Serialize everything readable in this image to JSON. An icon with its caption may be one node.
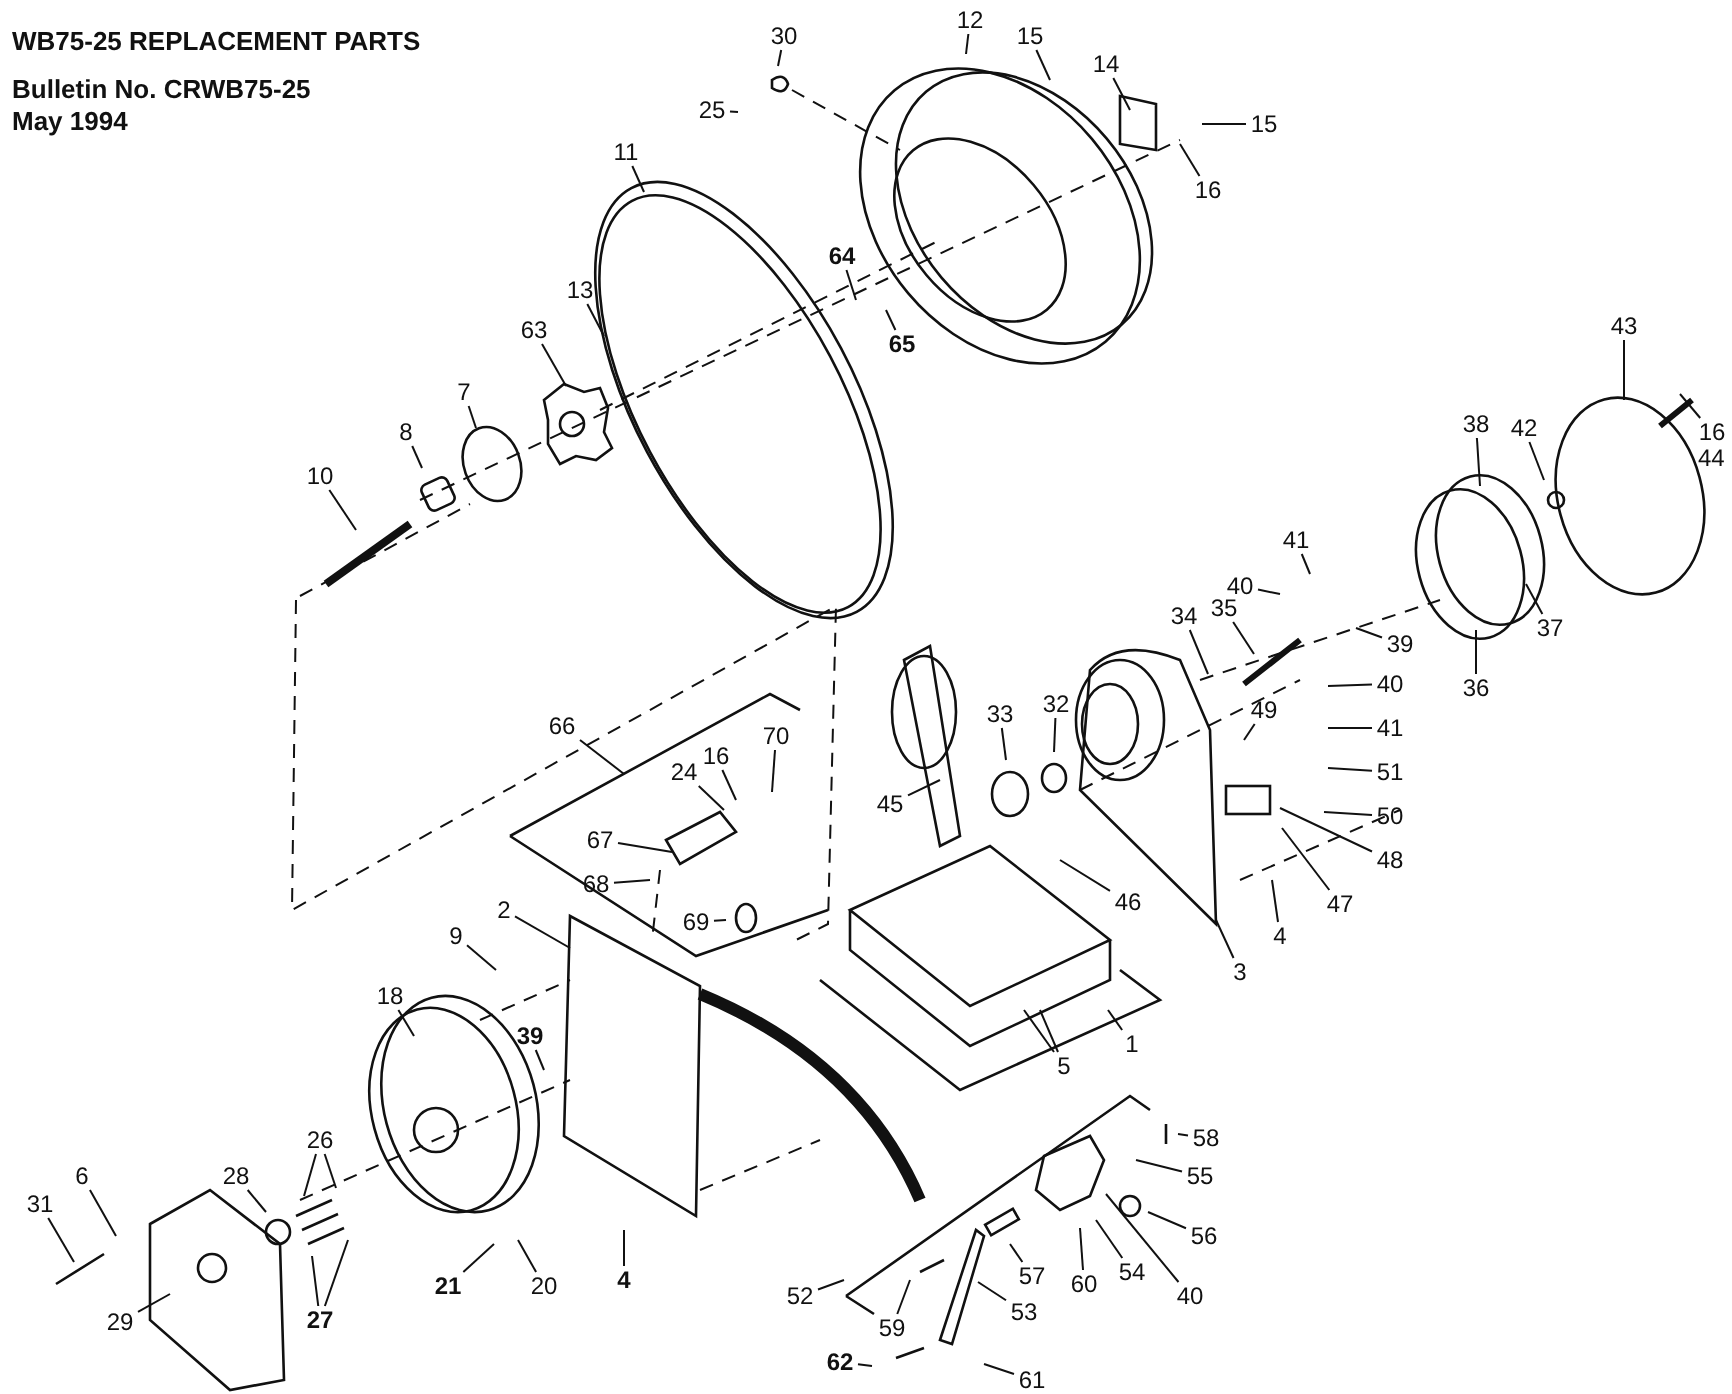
{
  "diagram": {
    "title": "WB75-25 REPLACEMENT PARTS",
    "nodes": [
      {
        "text": [
          "30"
        ]
      },
      {
        "text": [
          "25"
        ]
      },
      {
        "text": [
          "12"
        ]
      },
      {
        "text": [
          "15"
        ]
      },
      {
        "text": [
          "14"
        ]
      },
      {
        "text": [
          "15"
        ]
      },
      {
        "text": [
          "16"
        ]
      },
      {
        "text": [
          "11"
        ]
      },
      {
        "text": [
          "64"
        ]
      },
      {
        "text": [
          "65"
        ]
      },
      {
        "text": [
          "13"
        ]
      },
      {
        "text": [
          "63"
        ]
      },
      {
        "text": [
          "7"
        ]
      },
      {
        "text": [
          "8"
        ]
      },
      {
        "text": [
          "10"
        ]
      },
      {
        "text": [
          "43"
        ]
      },
      {
        "text": [
          "38"
        ]
      },
      {
        "text": [
          "42"
        ]
      },
      {
        "text": [
          "16"
        ]
      },
      {
        "text": [
          "41"
        ]
      },
      {
        "text": [
          "40"
        ]
      },
      {
        "text": [
          "34"
        ]
      },
      {
        "text": [
          "35"
        ]
      },
      {
        "text": [
          "39"
        ]
      },
      {
        "text": [
          "37"
        ]
      },
      {
        "text": [
          "36"
        ]
      },
      {
        "text": [
          "45"
        ]
      },
      {
        "text": [
          "33"
        ]
      },
      {
        "text": [
          "32"
        ]
      },
      {
        "text": [
          "49"
        ]
      },
      {
        "text": [
          "40"
        ]
      },
      {
        "text": [
          "41"
        ]
      },
      {
        "text": [
          "51"
        ]
      },
      {
        "text": [
          "50"
        ]
      },
      {
        "text": [
          "47"
        ]
      },
      {
        "text": [
          "48"
        ]
      },
      {
        "text": [
          "4"
        ]
      },
      {
        "text": [
          "46"
        ]
      },
      {
        "text": [
          "3"
        ]
      },
      {
        "text": [
          "66"
        ]
      },
      {
        "text": [
          "24"
        ]
      },
      {
        "text": [
          "16"
        ]
      },
      {
        "text": [
          "70"
        ]
      },
      {
        "text": [
          "67"
        ]
      },
      {
        "text": [
          "68"
        ]
      },
      {
        "text": [
          "69"
        ]
      },
      {
        "text": [
          "2"
        ]
      },
      {
        "text": [
          "9"
        ]
      },
      {
        "text": [
          "18"
        ]
      },
      {
        "text": [
          "39"
        ]
      },
      {
        "text": [
          "5"
        ]
      },
      {
        "text": [
          "1"
        ]
      },
      {
        "text": [
          "26"
        ]
      },
      {
        "text": [
          "27"
        ]
      },
      {
        "text": [
          "28"
        ]
      },
      {
        "text": [
          "6"
        ]
      },
      {
        "text": [
          "31"
        ]
      },
      {
        "text": [
          "29"
        ]
      },
      {
        "text": [
          "21"
        ]
      },
      {
        "text": [
          "20"
        ]
      },
      {
        "text": [
          "4"
        ]
      },
      {
        "text": [
          "52"
        ]
      },
      {
        "text": [
          "58"
        ]
      },
      {
        "text": [
          "55"
        ]
      },
      {
        "text": [
          "56"
        ]
      },
      {
        "text": [
          "40"
        ]
      },
      {
        "text": [
          "54"
        ]
      },
      {
        "text": [
          "60"
        ]
      },
      {
        "text": [
          "57"
        ]
      },
      {
        "text": [
          "53"
        ]
      },
      {
        "text": [
          "59"
        ]
      },
      {
        "text": [
          "62"
        ]
      },
      {
        "text": [
          "61"
        ]
      }
    ],
    "edges": [
      {
        "from": 0,
        "to": null,
        "arrow": "none"
      },
      {
        "from": 1,
        "to": null,
        "arrow": "none"
      },
      {
        "from": 2,
        "to": null,
        "arrow": "none"
      },
      {
        "from": 3,
        "to": null,
        "arrow": "none"
      },
      {
        "from": 4,
        "to": null,
        "arrow": "none"
      },
      {
        "from": 5,
        "to": null,
        "arrow": "none"
      },
      {
        "from": 6,
        "to": null,
        "arrow": "none"
      },
      {
        "from": 7,
        "to": null,
        "arrow": "none"
      },
      {
        "from": 8,
        "to": null,
        "arrow": "none"
      },
      {
        "from": 9,
        "to": null,
        "arrow": "none"
      },
      {
        "from": 10,
        "to": null,
        "arrow": "none"
      },
      {
        "from": 11,
        "to": null,
        "arrow": "none"
      },
      {
        "from": 12,
        "to": null,
        "arrow": "none"
      },
      {
        "from": 13,
        "to": null,
        "arrow": "none"
      },
      {
        "from": 14,
        "to": null,
        "arrow": "none"
      },
      {
        "from": 15,
        "to": null,
        "arrow": "none"
      },
      {
        "from": 16,
        "to": null,
        "arrow": "none"
      },
      {
        "from": 17,
        "to": null,
        "arrow": "none"
      },
      {
        "from": 18,
        "to": null,
        "arrow": "none"
      },
      {
        "from": 19,
        "to": null,
        "arrow": "none"
      },
      {
        "from": 20,
        "to": null,
        "arrow": "none"
      },
      {
        "from": 21,
        "to": null,
        "arrow": "none"
      },
      {
        "from": 22,
        "to": null,
        "arrow": "none"
      },
      {
        "from": 23,
        "to": null,
        "arrow": "none"
      },
      {
        "from": 24,
        "to": null,
        "arrow": "none"
      },
      {
        "from": 25,
        "to": null,
        "arrow": "none"
      },
      {
        "from": 26,
        "to": null,
        "arrow": "none"
      },
      {
        "from": 27,
        "to": null,
        "arrow": "none"
      },
      {
        "from": 28,
        "to": null,
        "arrow": "none"
      },
      {
        "from": 29,
        "to": null,
        "arrow": "none"
      },
      {
        "from": 30,
        "to": null,
        "arrow": "none"
      },
      {
        "from": 31,
        "to": null,
        "arrow": "none"
      },
      {
        "from": 32,
        "to": null,
        "arrow": "none"
      },
      {
        "from": 33,
        "to": null,
        "arrow": "none"
      },
      {
        "from": 34,
        "to": null,
        "arrow": "none"
      },
      {
        "from": 35,
        "to": null,
        "arrow": "none"
      },
      {
        "from": 36,
        "to": null,
        "arrow": "none"
      },
      {
        "from": 37,
        "to": null,
        "arrow": "none"
      },
      {
        "from": 38,
        "to": null,
        "arrow": "none"
      },
      {
        "from": 39,
        "to": null,
        "arrow": "none"
      },
      {
        "from": 40,
        "to": null,
        "arrow": "none"
      },
      {
        "from": 41,
        "to": null,
        "arrow": "none"
      },
      {
        "from": 42,
        "to": null,
        "arrow": "none"
      },
      {
        "from": 43,
        "to": null,
        "arrow": "none"
      },
      {
        "from": 44,
        "to": null,
        "arrow": "none"
      },
      {
        "from": 45,
        "to": null,
        "arrow": "none"
      },
      {
        "from": 46,
        "to": null,
        "arrow": "none"
      },
      {
        "from": 47,
        "to": null,
        "arrow": "none"
      },
      {
        "from": 48,
        "to": null,
        "arrow": "none"
      },
      {
        "from": 49,
        "to": null,
        "arrow": "none"
      },
      {
        "from": 50,
        "to": null,
        "arrow": "none"
      },
      {
        "from": 50,
        "to": null,
        "arrow": "none"
      },
      {
        "from": 51,
        "to": null,
        "arrow": "none"
      },
      {
        "from": 52,
        "to": null,
        "arrow": "none"
      },
      {
        "from": 52,
        "to": null,
        "arrow": "none"
      },
      {
        "from": 53,
        "to": null,
        "arrow": "none"
      },
      {
        "from": 53,
        "to": null,
        "arrow": "none"
      },
      {
        "from": 54,
        "to": null,
        "arrow": "none"
      },
      {
        "from": 55,
        "to": null,
        "arrow": "none"
      },
      {
        "from": 56,
        "to": null,
        "arrow": "none"
      },
      {
        "from": 57,
        "to": null,
        "arrow": "none"
      },
      {
        "from": 58,
        "to": null,
        "arrow": "none"
      },
      {
        "from": 59,
        "to": null,
        "arrow": "none"
      },
      {
        "from": 60,
        "to": null,
        "arrow": "none"
      },
      {
        "from": 61,
        "to": null,
        "arrow": "none"
      },
      {
        "from": 62,
        "to": null,
        "arrow": "none"
      },
      {
        "from": 63,
        "to": null,
        "arrow": "none"
      },
      {
        "from": 64,
        "to": null,
        "arrow": "none"
      },
      {
        "from": 65,
        "to": null,
        "arrow": "none"
      },
      {
        "from": 66,
        "to": null,
        "arrow": "none"
      },
      {
        "from": 67,
        "to": null,
        "arrow": "none"
      },
      {
        "from": 68,
        "to": null,
        "arrow": "none"
      },
      {
        "from": 69,
        "to": null,
        "arrow": "none"
      },
      {
        "from": 70,
        "to": null,
        "arrow": "none"
      },
      {
        "from": 71,
        "to": null,
        "arrow": "none"
      },
      {
        "from": 72,
        "to": null,
        "arrow": "none"
      }
    ],
    "labels": [
      "Bulletin No. CRWB75-25",
      "May 1994",
      "44"
    ]
  }
}
